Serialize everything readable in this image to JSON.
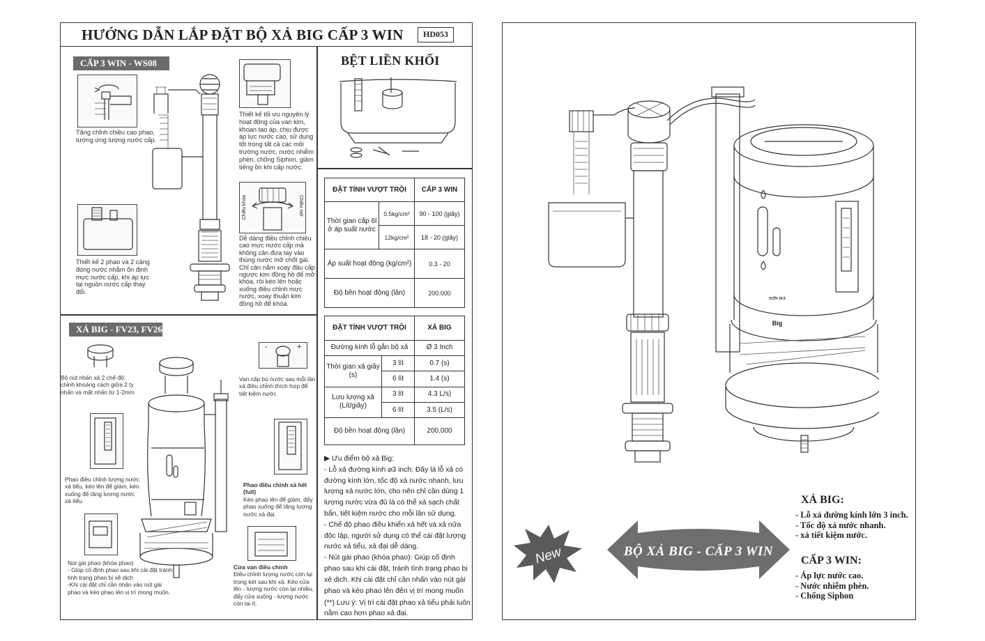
{
  "header": {
    "title": "HƯỚNG DẪN LẮP ĐẶT BỘ XẢ BIG CẤP 3 WIN",
    "code": "HD053"
  },
  "cap3": {
    "label": "CẤP 3 WIN - WS08",
    "note_adjust": "Tăng chỉnh chiều cao phao, tương ứng lượng nước cấp.",
    "note_design": "Thiết kế tối ưu nguyên lý hoạt động của van kim, khoan tạo áp, chịu được áp lực nước cao, sử dụng tốt trong tất cả các môi trường nước, nước nhiễm phèn, chống Siphon, giảm tiếng ồn khi cấp nước.",
    "note_two_float": "Thiết kế 2 phao và 2 càng đóng nước nhằm ổn định mực nước cấp, khi áp lực tại nguồn nước cấp thay đổi.",
    "note_rotate": "Dễ dàng điều chỉnh chiều cao mực nước cấp mà không cần đưa tay vào thùng nước mở chốt gài. Chỉ cần nắm xoay đầu cấp ngược kim đồng hồ để mở khóa, rồi kéo lên hoặc xuống điều chỉnh mực nước, xoay thuận kim đồng hồ để khóa.",
    "lock_label": "Chiều khóa",
    "open_label": "Chiều mở"
  },
  "xa": {
    "label": "XẢ BIG - FV23, FV26",
    "note_button": "Bộ nút nhấn xả 2 chế độ: chỉnh khoảng cách giữa 2 ty nhấn và mặt nhấn từ 1-2mm",
    "note_valve": "Van cấp bù nước sau mỗi lần xả điều chỉnh thích hợp để tiết kiệm nước",
    "note_float_small": "Phao điều chỉnh lượng nước xả tiểu, kéo lên để giảm, kéo xuống để tăng lượng nước xả tiểu.",
    "note_float_full_title": "Phao điều chỉnh xả hết (full)",
    "note_float_full": "Kéo phao lên để giảm, đẩy phao xuống để tăng lượng nước xả đại.",
    "note_lock_title": "Nút gài phao (khóa phao)",
    "note_lock_1": "- Giúp cố định phao sau khi cài đặt tránh tình trạng phao bị xê dịch",
    "note_lock_2": "-Khi cài đặt chỉ cần nhấn vào nút gài phao và kéo phao lên vị trí mong muốn.",
    "note_door_title": "Cửa van điều chỉnh",
    "note_door": "Điều chỉnh lượng nước còn lại trong két sau khi xả. Kéo cửa lên - lượng nước còn lại nhiều, đẩy cửa xuống - lượng nước còn lại ít.",
    "minus": "-",
    "plus": "+"
  },
  "toilet": {
    "title": "BỆT LIỀN KHỐI"
  },
  "table1": {
    "h1": "ĐẶT TÍNH VƯỢT TRỘI",
    "h2": "CẤP 3 WIN",
    "r1_label": "Thời gian cấp 6l ở áp suất nước",
    "r1a_sub": "0.5kg/cm²",
    "r1a_val": "90 - 100 (giây)",
    "r1b_sub": "12kg/cm²",
    "r1b_val": "18 - 20 (giây)",
    "r2_label": "Áp suất hoạt động (kg/cm²)",
    "r2_val": "0.3 - 20",
    "r3_label": "Độ bền hoạt động (lần)",
    "r3_val": "200.000"
  },
  "table2": {
    "h1": "ĐẶT TÍNH VƯỢT TRỘI",
    "h2": "XẢ BIG",
    "r1_label": "Đường kính lỗ gắn bộ xả",
    "r1_val": "Ø 3 Inch",
    "r2_label": "Thời gian xả giây (s)",
    "r2a_sub": "3 lít",
    "r2a_val": "0.7 (s)",
    "r2b_sub": "6 lít",
    "r2b_val": "1.4 (s)",
    "r3_label": "Lưu lượng xả (Lít/giây)",
    "r3a_sub": "3 lít",
    "r3a_val": "4.3 L/s)",
    "r3b_sub": "6 lít",
    "r3b_val": "3.5 (L/s)",
    "r4_label": "Độ bền hoạt động (lần)",
    "r4_val": "200.000"
  },
  "advantages": {
    "title": "▶ Ưu điểm bộ xả Big:",
    "p1": "- Lỗ xả đường kính ⌀3 inch: Đây là lỗ xả có đường kính lớn, tốc độ xả nước nhanh, lưu lượng xả nước lớn, cho nên chỉ cần dùng 1 lượng nước vừa đủ là có thể xả sạch chất bẩn, tiết kiệm nước cho mỗi lần sử dụng.",
    "p2": "- Chế độ phao điều khiển xả hết và xả nửa độc lập, người sử dụng có thể cài đặt lượng nước xả tiểu, xả đại dễ dàng.",
    "p3": "- Nút gài phao (khóa phao): Giúp cố định phao sau khi cài đặt, tránh tình trạng phao bị xê dịch. Khi cài đặt chỉ cần nhấn vào nút gài phao và kéo phao lên đến vị trí mong muốn",
    "note": "(**) Lưu ý: Vị trí cài đặt phao xả tiểu phải luôn nằm cao hơn phao xả đại."
  },
  "promo": {
    "new_badge": "New",
    "banner": "BỘ XẢ BIG - CẤP 3 WIN",
    "brand_top": "SƠN HÀ",
    "brand_bottom": "Big",
    "xa_title": "XẢ BIG:",
    "xa_items": [
      "- Lỗ xả đường kính lớn 3 inch.",
      "- Tốc độ xả nước nhanh.",
      "- xả tiết kiệm nước."
    ],
    "cap_title": "CẤP 3 WIN:",
    "cap_items": [
      "- Áp lực nước cao.",
      "- Nước nhiễm phèn.",
      "- Chống Siphon"
    ]
  },
  "colors": {
    "frame": "#333333",
    "label_bg": "#6b6b6b",
    "banner_bg": "#6e6e6e",
    "new_badge": "#5a5a5a"
  }
}
